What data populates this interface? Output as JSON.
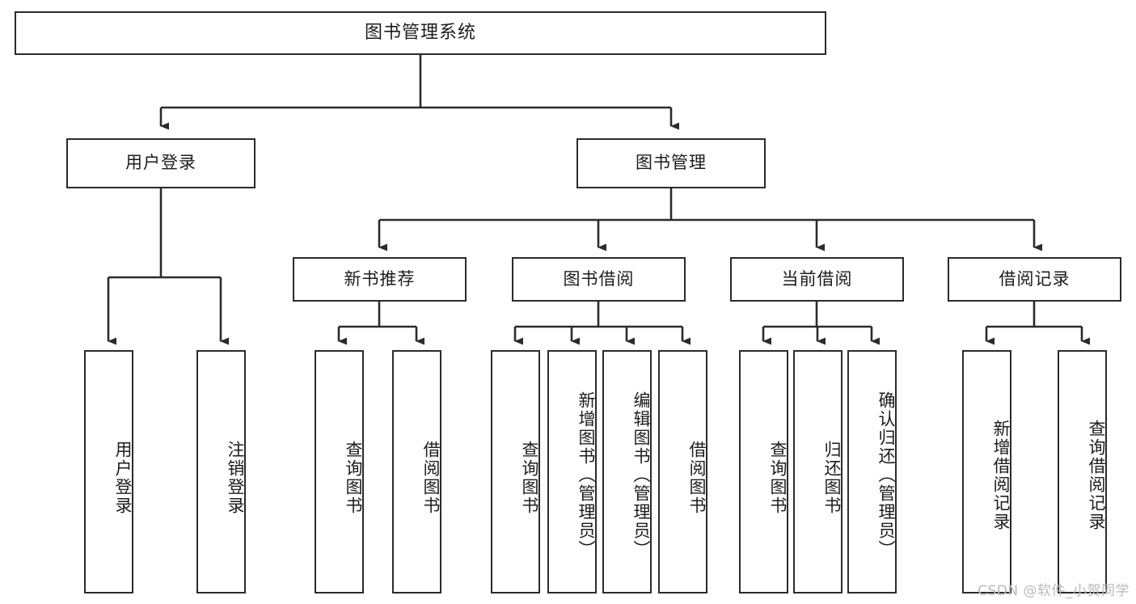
{
  "diagram": {
    "title": "图书管理系统",
    "type": "tree-hierarchy",
    "watermark": "CSDN @软件_小贺同学",
    "colors": {
      "border": "#2b2b2b",
      "background": "#ffffff",
      "text": "#1c1c1c",
      "edge": "#2b2b2b",
      "watermark": "#b9b9b9"
    },
    "levels": {
      "root": "图书管理系统",
      "level2": [
        "用户登录",
        "图书管理"
      ],
      "level3": [
        "新书推荐",
        "图书借阅",
        "当前借阅",
        "借阅记录"
      ]
    },
    "nodes": {
      "root": {
        "label": "图书管理系统"
      },
      "user_login": {
        "label": "用户登录"
      },
      "book_manage": {
        "label": "图书管理"
      },
      "new_book_rec": {
        "label": "新书推荐"
      },
      "book_borrow": {
        "label": "图书借阅"
      },
      "current_borrow": {
        "label": "当前借阅"
      },
      "borrow_record": {
        "label": "借阅记录"
      },
      "leaf_user_login": {
        "label": "用户登录"
      },
      "leaf_logout": {
        "label": "注销登录"
      },
      "leaf_query_book_1": {
        "label": "查询图书"
      },
      "leaf_borrow_book_1": {
        "label": "借阅图书"
      },
      "leaf_query_book_2": {
        "label": "查询图书"
      },
      "leaf_add_book": {
        "label": "新增图书（管理员）"
      },
      "leaf_edit_book": {
        "label": "编辑图书（管理员）"
      },
      "leaf_borrow_book_2": {
        "label": "借阅图书"
      },
      "leaf_query_book_3": {
        "label": "查询图书"
      },
      "leaf_return_book": {
        "label": "归还图书"
      },
      "leaf_confirm_return": {
        "label": "确认归还（管理员）"
      },
      "leaf_add_record": {
        "label": "新增借阅记录"
      },
      "leaf_query_record": {
        "label": "查询借阅记录"
      }
    },
    "edges": [
      {
        "from": "root",
        "to": "user_login"
      },
      {
        "from": "root",
        "to": "book_manage"
      },
      {
        "from": "user_login",
        "to": "leaf_user_login"
      },
      {
        "from": "user_login",
        "to": "leaf_logout"
      },
      {
        "from": "book_manage",
        "to": "new_book_rec"
      },
      {
        "from": "book_manage",
        "to": "book_borrow"
      },
      {
        "from": "book_manage",
        "to": "current_borrow"
      },
      {
        "from": "book_manage",
        "to": "borrow_record"
      },
      {
        "from": "new_book_rec",
        "to": "leaf_query_book_1"
      },
      {
        "from": "new_book_rec",
        "to": "leaf_borrow_book_1"
      },
      {
        "from": "book_borrow",
        "to": "leaf_query_book_2"
      },
      {
        "from": "book_borrow",
        "to": "leaf_add_book"
      },
      {
        "from": "book_borrow",
        "to": "leaf_edit_book"
      },
      {
        "from": "book_borrow",
        "to": "leaf_borrow_book_2"
      },
      {
        "from": "current_borrow",
        "to": "leaf_query_book_3"
      },
      {
        "from": "current_borrow",
        "to": "leaf_return_book"
      },
      {
        "from": "current_borrow",
        "to": "leaf_confirm_return"
      },
      {
        "from": "borrow_record",
        "to": "leaf_add_record"
      },
      {
        "from": "borrow_record",
        "to": "leaf_query_record"
      }
    ]
  }
}
